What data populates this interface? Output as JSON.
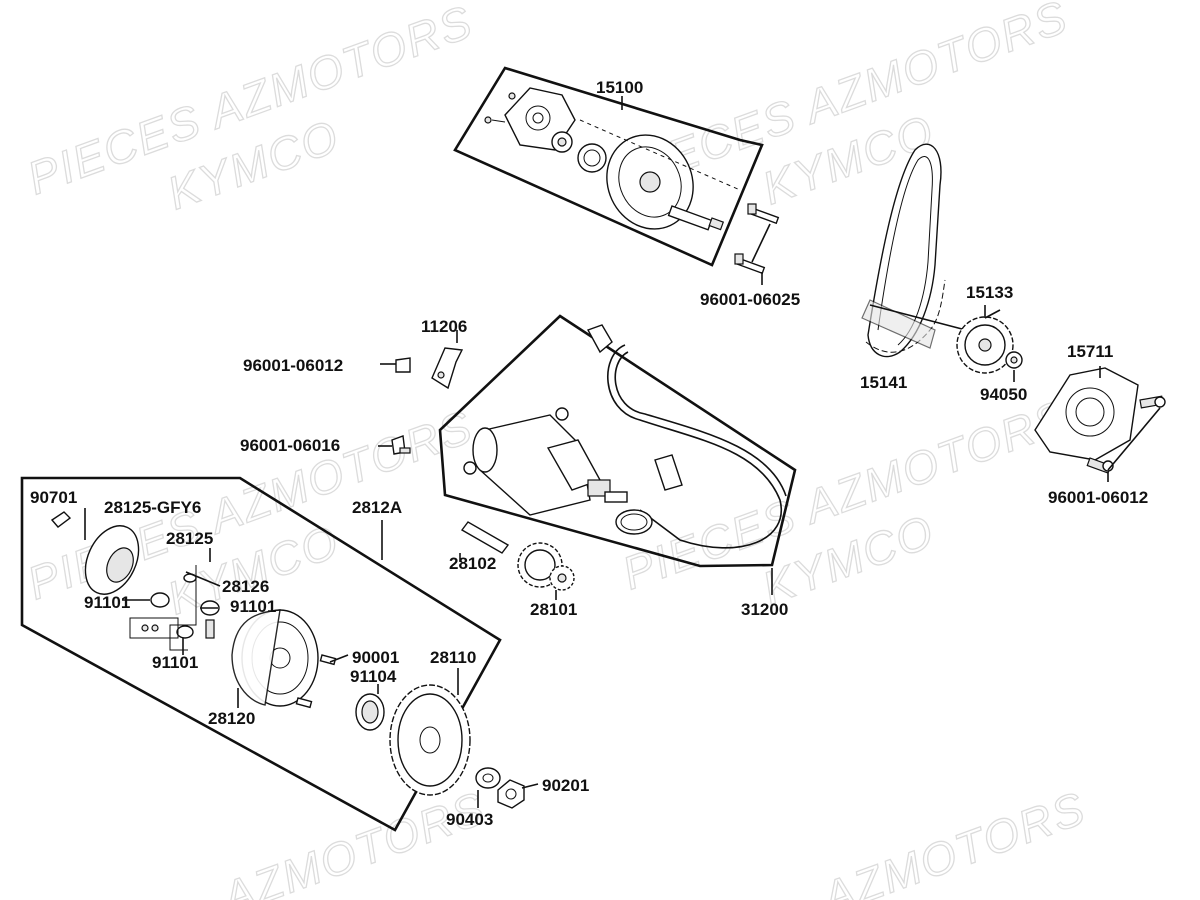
{
  "watermarks": [
    {
      "text": "PIECES AZMOTORS"
    },
    {
      "text": "KYMCO"
    },
    {
      "text": "PIECES AZMOTORS"
    },
    {
      "text": "KYMCO"
    },
    {
      "text": "PIECES AZMOTORS"
    },
    {
      "text": "KYMCO"
    },
    {
      "text": "PIECES AZMOTORS"
    },
    {
      "text": "KYMCO"
    },
    {
      "text": "AZMOTORS"
    },
    {
      "text": "AZMOTORS"
    }
  ],
  "labels": {
    "p15100": "15100",
    "p96001_06025": "96001-06025",
    "p15133": "15133",
    "p15711": "15711",
    "p15141": "15141",
    "p94050": "94050",
    "p96001_06012_right": "96001-06012",
    "p11206": "11206",
    "p96001_06012_left": "96001-06012",
    "p96001_06016": "96001-06016",
    "p90701": "90701",
    "p28125_gfy6": "28125-GFY6",
    "p2812a": "2812A",
    "p28125": "28125",
    "p28126": "28126",
    "p91101_a": "91101",
    "p91101_b": "91101",
    "p91101_c": "91101",
    "p90001": "90001",
    "p28110": "28110",
    "p91104": "91104",
    "p28120": "28120",
    "p28102": "28102",
    "p28101": "28101",
    "p31200": "31200",
    "p90201": "90201",
    "p90403": "90403"
  }
}
